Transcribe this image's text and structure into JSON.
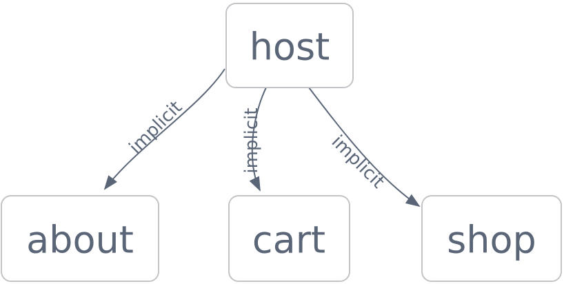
{
  "diagram": {
    "type": "dependency-graph",
    "nodes": [
      {
        "id": "host",
        "label": "host"
      },
      {
        "id": "about",
        "label": "about"
      },
      {
        "id": "cart",
        "label": "cart"
      },
      {
        "id": "shop",
        "label": "shop"
      }
    ],
    "edges": [
      {
        "from": "host",
        "to": "about",
        "label": "implicit"
      },
      {
        "from": "host",
        "to": "cart",
        "label": "implicit"
      },
      {
        "from": "host",
        "to": "shop",
        "label": "implicit"
      }
    ],
    "colors": {
      "background": "#ffffff",
      "node_fill": "#ffffff",
      "node_border": "#c2c4c7",
      "node_text": "#5a6577",
      "edge_stroke": "#5a6577",
      "edge_label_text": "#5a6577",
      "arrowhead": "#5a6577"
    }
  }
}
